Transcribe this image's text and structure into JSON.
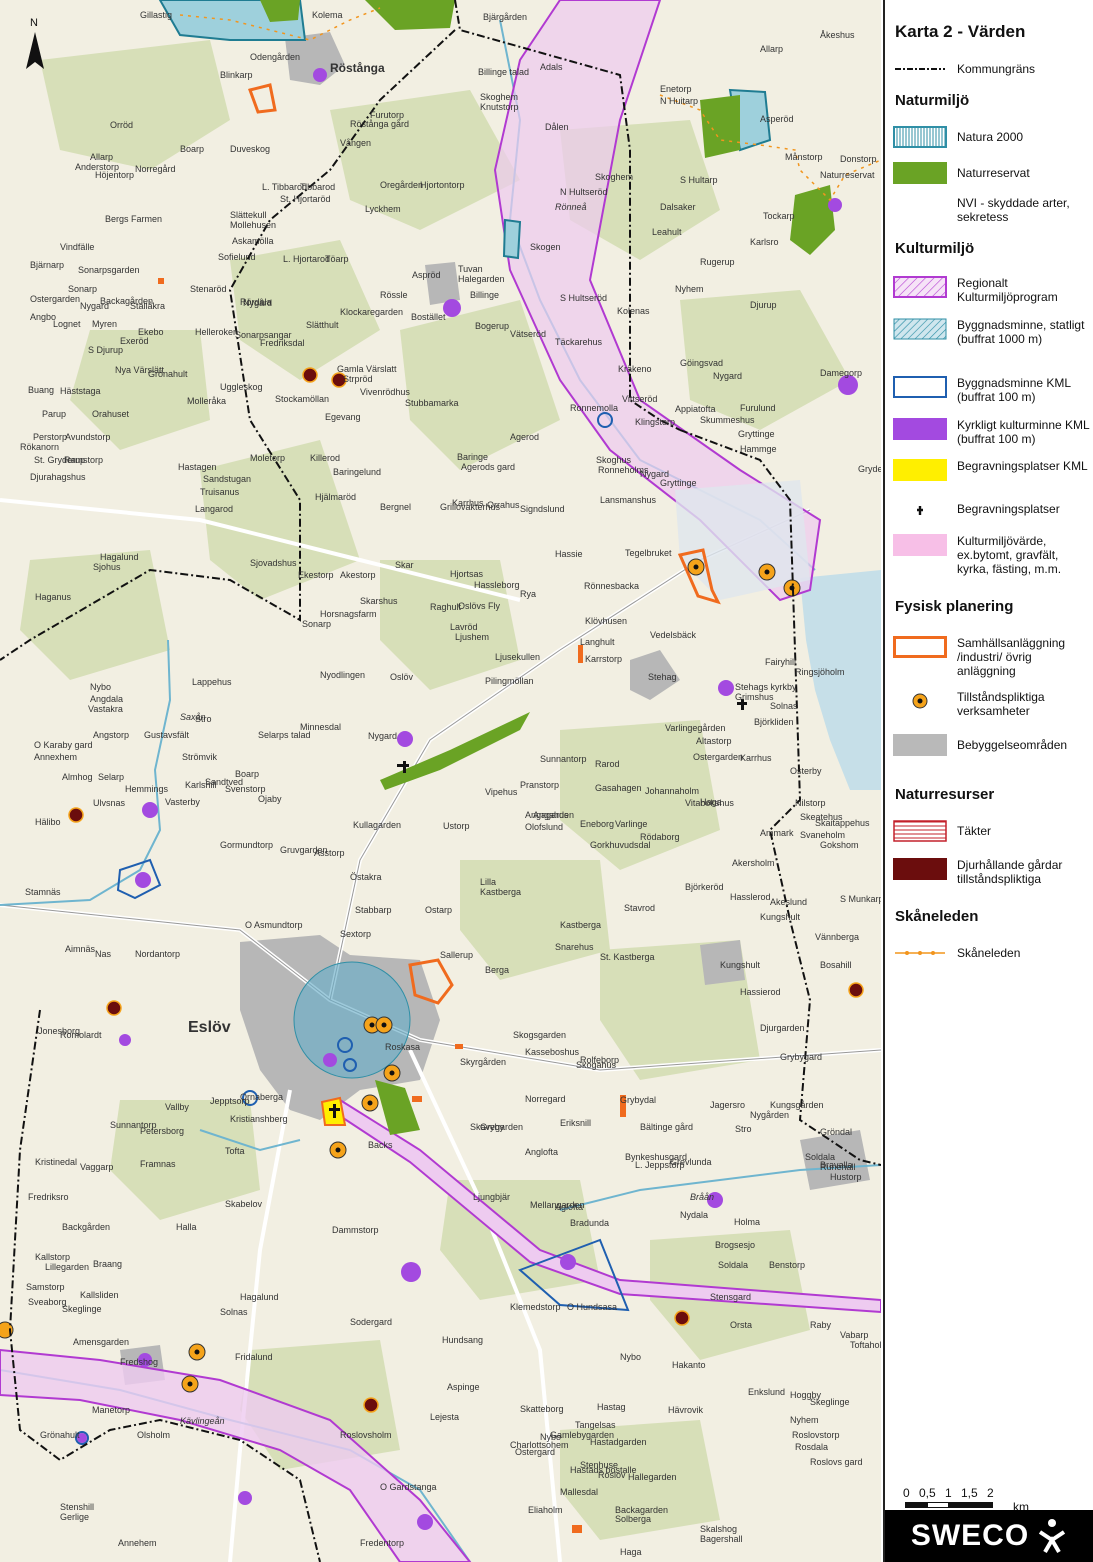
{
  "legend": {
    "title": "Karta 2 - Värden",
    "municipal_border": "Kommungräns",
    "sections": {
      "naturmiljo": "Naturmiljö",
      "kulturmiljo": "Kulturmiljö",
      "fysisk": "Fysisk planering",
      "naturresurser": "Naturresurser",
      "skaneleden": "Skåneleden"
    },
    "items": {
      "natura2000": "Natura 2000",
      "naturreservat": "Naturreservat",
      "nvi": "NVI - skyddade arter, sekretess",
      "regionalt": "Regionalt Kulturmiljöprogram",
      "byggnadsminne_statligt": "Byggnadsminne, statligt (buffrat 1000 m)",
      "byggnadsminne_kml": "Byggnadsminne KML (buffrat 100 m)",
      "kyrkligt": "Kyrkligt kulturminne KML (buffrat 100 m)",
      "begravning_kml": "Begravningsplatser KML",
      "begravning": "Begravningsplatser",
      "kulturmiljovarde": "Kulturmiljövärde, ex.bytomt, gravfält, kyrka, fästing, m.m.",
      "samhallsanlaggning": "Samhällsanläggning /industri/ övrig anläggning",
      "tillstandspliktiga": "Tillståndspliktiga verksamheter",
      "bebyggelse": "Bebyggelseområden",
      "taktar": "Täkter",
      "djurhallande": "Djurhållande gårdar tillståndspliktiga",
      "skaneleden": "Skåneleden"
    },
    "colors": {
      "natura": "#2f8fa6",
      "naturreservat": "#6aa325",
      "regionalt": "#b13ad1",
      "byggnadsminne": "#1f5fb0",
      "kyrkligt": "#a34ae0",
      "begravning_kml": "#ffef00",
      "kulturmiljovarde": "#f7bfe7",
      "samhall": "#f06b1e",
      "tillstand": "#f5a31a",
      "bebyggelse": "#b9b9b9",
      "taktar": "#c3202b",
      "djur": "#6b0d0d",
      "skaneleden": "#f2951d"
    },
    "scale_labels": [
      "0",
      "0,5",
      "1",
      "1,5",
      "2"
    ],
    "scale_unit": "km",
    "logo": "SWECO"
  },
  "map": {
    "north_label": "N",
    "towns": [
      "Eslöv",
      "Röstånga"
    ],
    "places": [
      "Kolema",
      "Bjärgården",
      "Gillastig",
      "Blinkarp",
      "Odengården",
      "Billinge talad",
      "Adals",
      "Enetorp",
      "N Huitarp",
      "Allarp",
      "Åkeshus",
      "Orröd",
      "Boarp",
      "Furutorp",
      "Röstånga gård",
      "Skoghem",
      "Knutstorp",
      "Dålen",
      "Asperöd",
      "Månstorp",
      "Donstorp",
      "Allarp",
      "Anderstorp",
      "Norregård",
      "Duveskog",
      "Vången",
      "Skoghem",
      "S Hultarp",
      "Naturreservat",
      "Höjentorp",
      "L. Tibbarod",
      "Tibbarod",
      "Oregården",
      "Hjortontorp",
      "St. Hjortaröd",
      "N Hultseröd",
      "Bergs Farmen",
      "Slättekull",
      "Mollehusen",
      "Lyckhem",
      "Dalsaker",
      "Tockarp",
      "Vindfälle",
      "Askamölla",
      "Skogen",
      "Leahult",
      "Karlsro",
      "Sofielund",
      "L. Hjortarod",
      "Töarp",
      "Tuvan",
      "Halegarden",
      "Rugerup",
      "Bjärnarp",
      "Sonarpsgarden",
      "Aspröd",
      "Billinge",
      "S Hultseröd",
      "Kolenas",
      "Nyhem",
      "Sonarp",
      "Backagården",
      "Stenaröd",
      "Rördala",
      "Rössle",
      "Bostället",
      "Ostergarden",
      "Nygard",
      "Stallåkra",
      "Nygård",
      "Klockaregarden",
      "Bogerup",
      "Vätseröd",
      "Täckarehus",
      "Djurup",
      "Angbo",
      "Lognet",
      "Myren",
      "Slätthult",
      "Ekebo",
      "Helleroken",
      "Exeröd",
      "Sonarpsangar",
      "Fredriksdal",
      "S Djurup",
      "Nya Värslätt",
      "Gamla Värslatt",
      "Strpröd",
      "Vivenrödhus",
      "Buang",
      "Häststaga",
      "Uggleskog",
      "Kräkeno",
      "Göingsvad",
      "Nygard",
      "Damegorp",
      "Grönahult",
      "Stubbamarka",
      "Molleråka",
      "Stockamöllan",
      "Ronnemolla",
      "Vittseröd",
      "Appiatofta",
      "Parup",
      "Orahuset",
      "Egevang",
      "Klingstorp",
      "Furulund",
      "Perstorp",
      "Avundstorp",
      "Agerod",
      "Skummeshus",
      "Gryttinge",
      "Rökanorn",
      "Moletorp",
      "Killerod",
      "Baringelund",
      "Baringe",
      "Agerods gard",
      "Hammge",
      "Gryderup",
      "St. Gryderup",
      "Ramstorp",
      "Hastagen",
      "Skoghus",
      "Ronneholms",
      "Nygard",
      "Gryttinge",
      "Djurahagshus",
      "Sandstugan",
      "Hjälmaröd",
      "Karrhus",
      "Signdslund",
      "Truisanus",
      "Langarod",
      "Bergnel",
      "Grillovakterhus",
      "Orrahus",
      "Lansmanshus",
      "Hagalund",
      "Hassie",
      "Tegelbruket",
      "Sjohus",
      "Sjovadshus",
      "Ekestorp",
      "Akestorp",
      "Skar",
      "Hjortsas",
      "Hassleborg",
      "Rönnesbacka",
      "Haganus",
      "Horsnagsfarm",
      "Sonarp",
      "Raghult",
      "Rya",
      "Skarshus",
      "Oslövs Fly",
      "Lavröd",
      "Ljushem",
      "Klövhusen",
      "Langhult",
      "Vedelsbäck",
      "Ljusekullen",
      "Lappehus",
      "Nyodlingen",
      "Karrstorp",
      "Stehag",
      "Fairyhill",
      "Ringsjöholm",
      "Nybo",
      "Angdala",
      "Vastakra",
      "Oslöv",
      "Pilingmöllan",
      "Stehags kyrkby",
      "Grimshus",
      "Solnas",
      "Björkliden",
      "Stro",
      "Minnesdal",
      "Varlingegården",
      "Angstorp",
      "Gustavsfält",
      "Selarps talad",
      "Nygard",
      "Altastorp",
      "Ostergarden",
      "Karrhus",
      "O Karaby gard",
      "Strömvik",
      "Annexhem",
      "Almhog",
      "Selarp",
      "Boarp",
      "Hemmings",
      "Sunnantorp",
      "Rarod",
      "Osterby",
      "Karlshill",
      "Sandtved",
      "Vipehus",
      "Pranstorp",
      "Gasahagen",
      "Johannaholm",
      "Vitabokshus",
      "Nilstorp",
      "Ojaby",
      "Svenstorp",
      "Vasterby",
      "Ulvsnas",
      "Hälibo",
      "Angagarden",
      "Angahus",
      "Varlinge",
      "Haga",
      "Skeatehus",
      "Skaitappehus",
      "Svaneholm",
      "Olofslund",
      "Eneborg",
      "Rödaborg",
      "Ammark",
      "Gokshom",
      "Gorkhuvudsdal",
      "Kullagarden",
      "Ustorp",
      "Akersholm",
      "Gormundtorp",
      "Gruvgarden",
      "Stamnäs",
      "Asstorp",
      "Lilla",
      "Kastberga",
      "Björkeröd",
      "Östakra",
      "Hasslerod",
      "Akeslund",
      "Stabbarp",
      "Ostarp",
      "Stavrod",
      "S Munkarp",
      "O Asmundtorp",
      "Sextorp",
      "Kastberga",
      "Kungshult",
      "Aimnäs",
      "Sallerup",
      "St. Kastberga",
      "Vännberga",
      "Nas",
      "Nordantorp",
      "Berga",
      "Snarehus",
      "Kungshult",
      "Hassierod",
      "Bosahill",
      "Jonesborg",
      "Romolardt",
      "Skogsgarden",
      "Roskasa",
      "Rolfeborp",
      "Kasseboshus",
      "Skogahus",
      "Djurgarden",
      "Skyrgården",
      "Norregard",
      "Grybygard",
      "Jepptsorp",
      "Ornaberga",
      "Vallby",
      "Skavegarden",
      "Grybydal",
      "Jagersro",
      "Stro",
      "Kristianshberg",
      "Gryby",
      "Eriksnill",
      "Bältinge gård",
      "Sunnantorp",
      "Petersborg",
      "Anglofta",
      "Gröndal",
      "Tofta",
      "Soldala",
      "Backs",
      "Nygården",
      "Kungsgården",
      "Kristinedal",
      "Vaggarp",
      "Framnas",
      "L. Jeppstorp",
      "Hustorp",
      "Fredriksro",
      "Bynkeshusgard",
      "Ljungbjär",
      "Mellangarden",
      "Aglofta",
      "Grevlunda",
      "Bravalla",
      "Nydala",
      "Skabelov",
      "Holma",
      "Runehall",
      "Backgården",
      "Halla",
      "Dammstorp",
      "Bradunda",
      "Brogsesjo",
      "Kallstorp",
      "Braang",
      "Lillegarden",
      "Soldala",
      "Benstorp",
      "Samstorp",
      "Sveaborg",
      "Kallsliden",
      "Hagalund",
      "Solnas",
      "Stensgard",
      "Sodergard",
      "O Hundsasa",
      "Klemedstorp",
      "Orsta",
      "Raby",
      "Skeglinge",
      "Amensgarden",
      "Hundsang",
      "Nybo",
      "Hakanto",
      "Vabarp",
      "Toftaholm",
      "Fredshog",
      "Fridalund",
      "Aspinge",
      "Enkslund",
      "Hoggby",
      "Skeglinge",
      "Lejesta",
      "Skatteborg",
      "Hastag",
      "Hävrovik",
      "Nyhem",
      "Manetorp",
      "Tangelsas",
      "Charlottsohem",
      "Gamlebygarden",
      "Ostergard",
      "Stenhuse",
      "Roslov",
      "Roslovstorp",
      "Rosdala",
      "Roslovs gard",
      "Roslovsholm",
      "Nybo",
      "Hastadgarden",
      "Grönahult",
      "Olsholm",
      "Hastads bostalle",
      "Hallegarden",
      "Stenshill",
      "Gerlige",
      "O Gardstanga",
      "Mallesdal",
      "Eliaholm",
      "Backagarden",
      "Solberga",
      "Skalshog",
      "Bagershall",
      "Annehem",
      "Fredentorp",
      "Haga"
    ],
    "waterbodies": [
      "Rönneå",
      "Saxån",
      "Bråån",
      "Kävlingeån"
    ]
  }
}
